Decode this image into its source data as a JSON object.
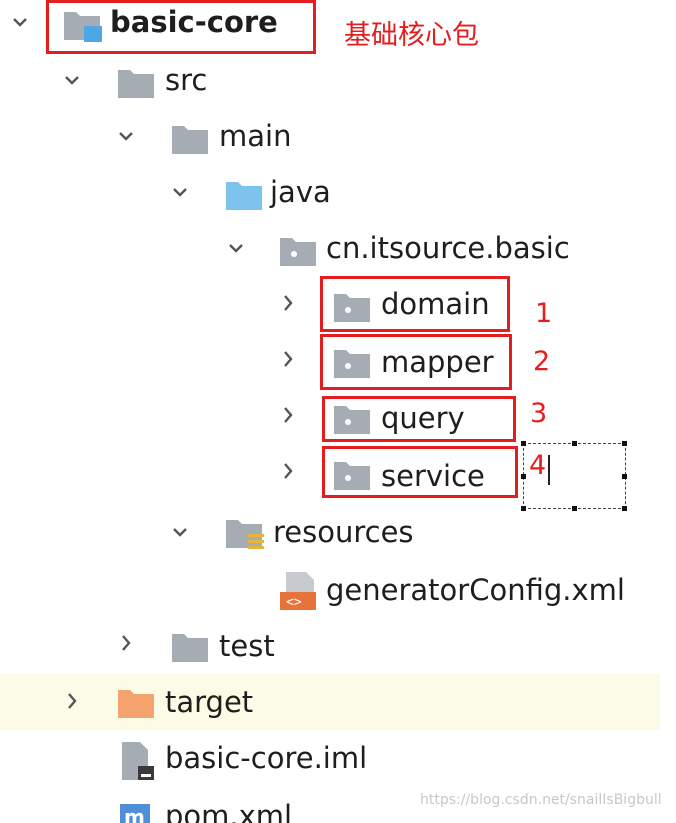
{
  "tree": {
    "root": {
      "label": "basic-core",
      "icon": "module-folder-icon"
    },
    "src": {
      "label": "src"
    },
    "main": {
      "label": "main"
    },
    "java": {
      "label": "java"
    },
    "package": {
      "label": "cn.itsource.basic"
    },
    "domain": {
      "label": "domain"
    },
    "mapper": {
      "label": "mapper"
    },
    "query": {
      "label": "query"
    },
    "service": {
      "label": "service"
    },
    "resources": {
      "label": "resources"
    },
    "generatorConfig": {
      "label": "generatorConfig.xml"
    },
    "test": {
      "label": "test"
    },
    "target": {
      "label": "target"
    },
    "iml": {
      "label": "basic-core.iml"
    },
    "pom": {
      "label": "pom.xml"
    }
  },
  "annotations": {
    "root_note": "基础核心包",
    "n1": "1",
    "n2": "2",
    "n3": "3",
    "n4": "4"
  },
  "watermark": "https://blog.csdn.net/snailIsBigbull",
  "colors": {
    "annotation_red": "#e41e1e",
    "folder_gray": "#a6acb3",
    "java_folder_blue": "#7ec3ee",
    "target_folder_orange": "#f4a36e",
    "highlight_row": "#fcfbe6"
  }
}
